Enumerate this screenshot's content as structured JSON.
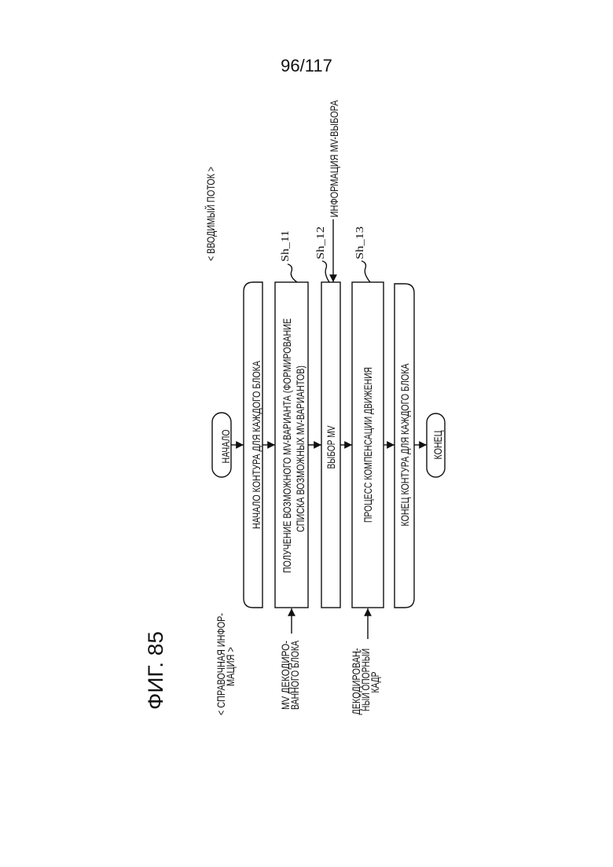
{
  "page_number": "96/117",
  "figure_label": "ФИГ. 85",
  "inputs": {
    "bitstream": "< ВВОДИМЫЙ ПОТОК >",
    "reference_info_line1": "< СПРАВОЧНАЯ ИНФОР-",
    "reference_info_line2": "МАЦИЯ >",
    "mv_selection_info": "ИНФОРМАЦИЯ MV-ВЫБОРА",
    "decoded_block_mv_line1": "MV ДЕКОДИРО-",
    "decoded_block_mv_line2": "ВАННОГО БЛОКА",
    "decoded_ref_frame_line1": "ДЕКОДИРОВАН-",
    "decoded_ref_frame_line2": "НЫЙ ОПОРНЫЙ",
    "decoded_ref_frame_line3": "КАДР"
  },
  "flow": {
    "start": "НАЧАЛО",
    "loop_start": "НАЧАЛО КОНТУРА ДЛЯ КАЖДОГО БЛОКА",
    "step_sh11": {
      "id": "Sh_11",
      "line1": "ПОЛУЧЕНИЕ ВОЗМОЖНОГО MV-ВАРИАНТА (ФОРМИРОВАНИЕ",
      "line2": "СПИСКА ВОЗМОЖНЫХ MV-ВАРИАНТОВ)"
    },
    "step_sh12": {
      "id": "Sh_12",
      "line1": "ВЫБОР MV"
    },
    "step_sh13": {
      "id": "Sh_13",
      "line1": "ПРОЦЕСС КОМПЕНСАЦИИ ДВИЖЕНИЯ"
    },
    "loop_end": "КОНЕЦ КОНТУРА ДЛЯ КАЖДОГО БЛОКА",
    "end": "КОНЕЦ"
  }
}
